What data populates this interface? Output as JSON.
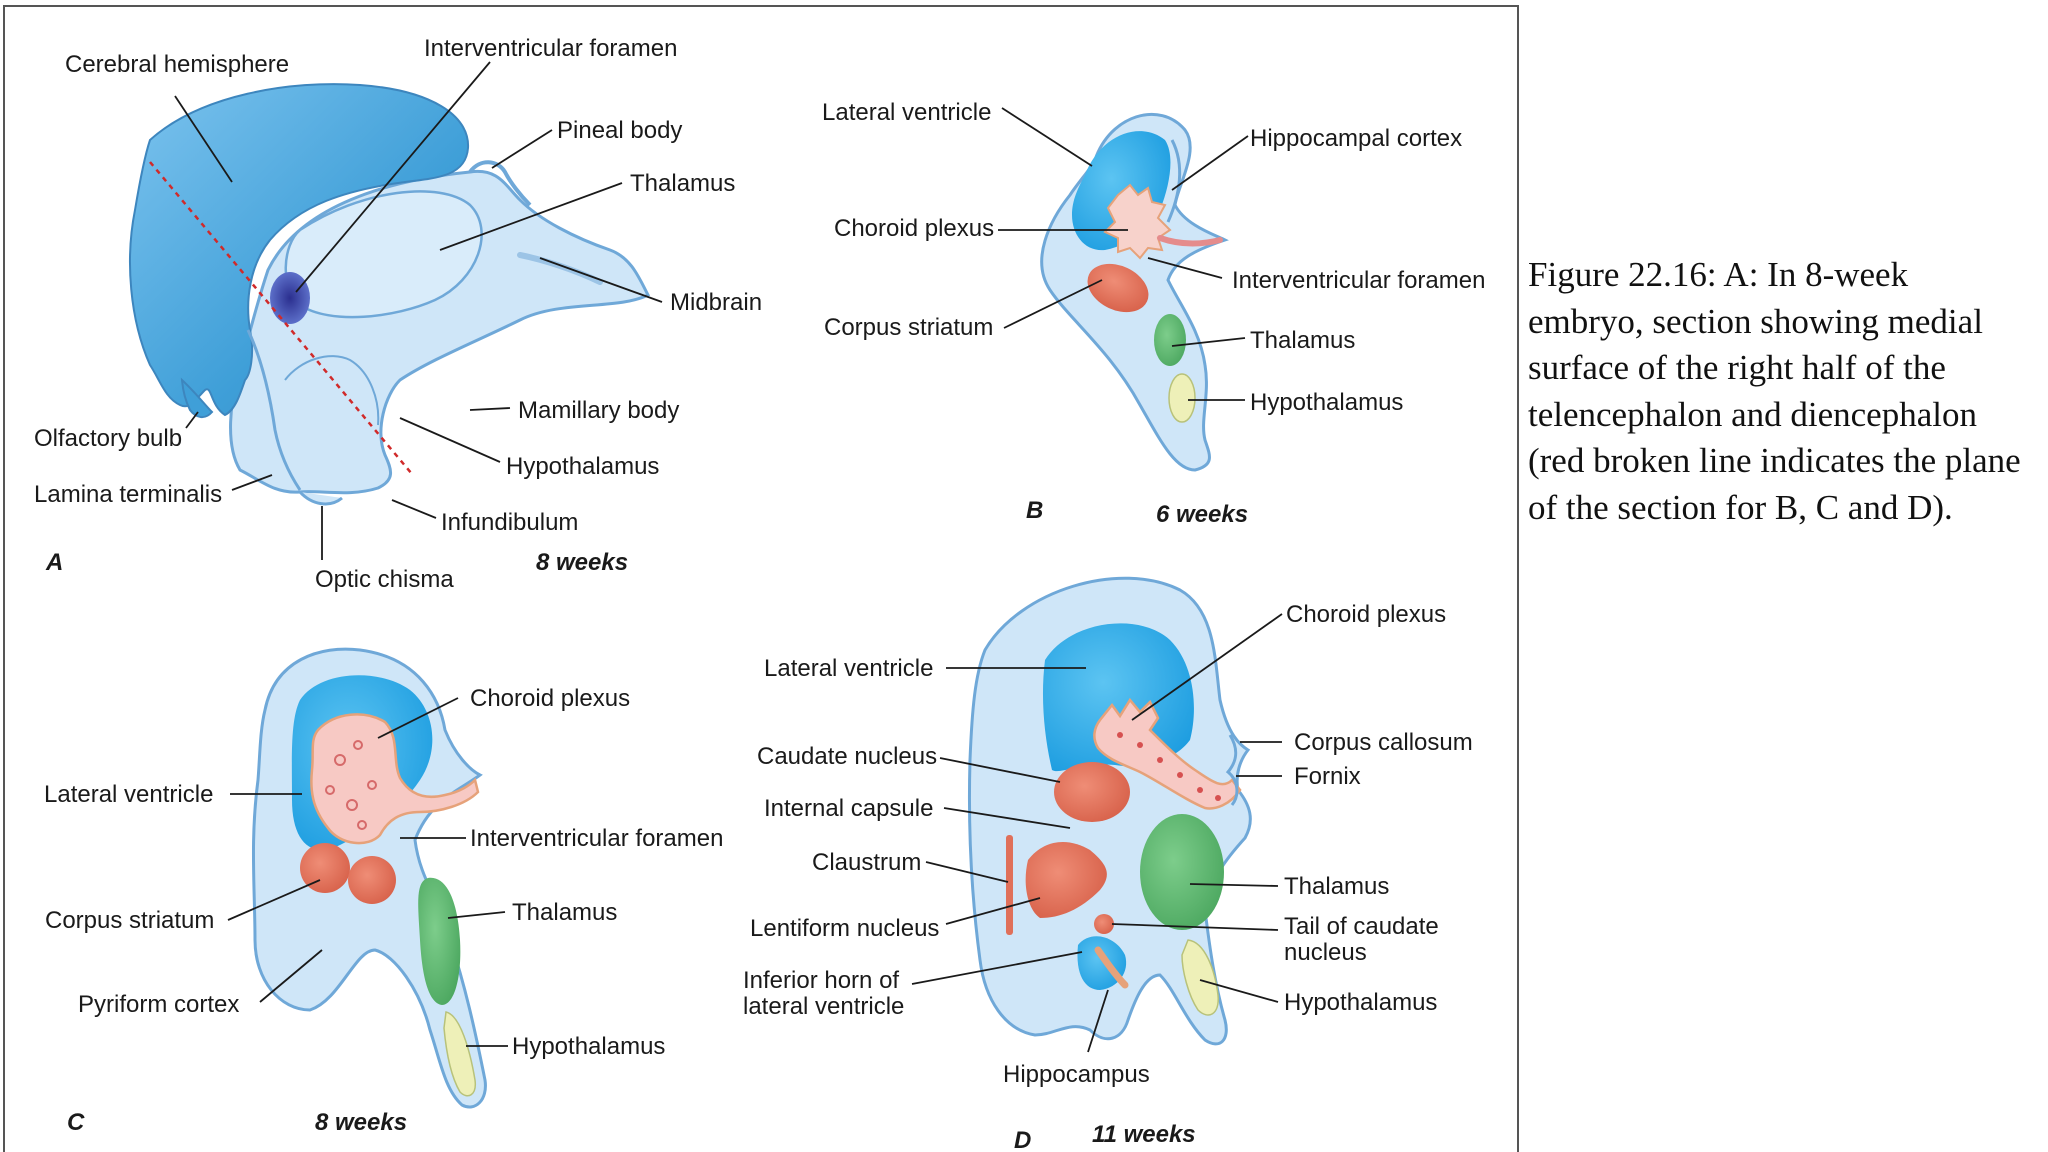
{
  "caption": "Figure 22.16: A: In 8-week embryo, section showing medial surface of the right half of the telencephalon and diencephalon (red broken line indicates the plane of the section for B, C and D).",
  "colors": {
    "ventricle_blue": "#2aa9e6",
    "tissue_light_blue": "#cde8f8",
    "outline_blue": "#6fa8d8",
    "striatum_orange": "#e0705a",
    "thalamus_green": "#5db870",
    "hypothalamus_cream": "#eef0b8",
    "choroid_pink": "#f7c9c4",
    "section_line_red": "#d02a2a"
  },
  "panels": {
    "A": {
      "letter": "A",
      "age": "8 weeks",
      "labels": {
        "cerebral_hemisphere": "Cerebral hemisphere",
        "interventricular_foramen": "Interventricular foramen",
        "pineal_body": "Pineal body",
        "thalamus": "Thalamus",
        "midbrain": "Midbrain",
        "mamillary_body": "Mamillary body",
        "hypothalamus": "Hypothalamus",
        "olfactory_bulb": "Olfactory bulb",
        "lamina_terminalis": "Lamina terminalis",
        "infundibulum": "Infundibulum",
        "optic_chisma": "Optic chisma"
      }
    },
    "B": {
      "letter": "B",
      "age": "6 weeks",
      "labels": {
        "lateral_ventricle": "Lateral ventricle",
        "hippocampal_cortex": "Hippocampal cortex",
        "choroid_plexus": "Choroid plexus",
        "interventricular_foramen": "Interventricular foramen",
        "corpus_striatum": "Corpus striatum",
        "thalamus": "Thalamus",
        "hypothalamus": "Hypothalamus"
      }
    },
    "C": {
      "letter": "C",
      "age": "8 weeks",
      "labels": {
        "choroid_plexus": "Choroid plexus",
        "lateral_ventricle": "Lateral ventricle",
        "interventricular_foramen": "Interventricular foramen",
        "corpus_striatum": "Corpus striatum",
        "thalamus": "Thalamus",
        "pyriform_cortex": "Pyriform cortex",
        "hypothalamus": "Hypothalamus"
      }
    },
    "D": {
      "letter": "D",
      "age": "11 weeks",
      "labels": {
        "choroid_plexus": "Choroid plexus",
        "lateral_ventricle": "Lateral ventricle",
        "corpus_callosum": "Corpus callosum",
        "caudate_nucleus": "Caudate nucleus",
        "fornix": "Fornix",
        "internal_capsule": "Internal capsule",
        "claustrum": "Claustrum",
        "thalamus": "Thalamus",
        "tail_of_caudate_line1": "Tail of caudate",
        "tail_of_caudate_line2": "nucleus",
        "lentiform_nucleus": "Lentiform nucleus",
        "inferior_horn_line1": "Inferior horn of",
        "inferior_horn_line2": "lateral ventricle",
        "hypothalamus": "Hypothalamus",
        "hippocampus": "Hippocampus"
      }
    }
  }
}
